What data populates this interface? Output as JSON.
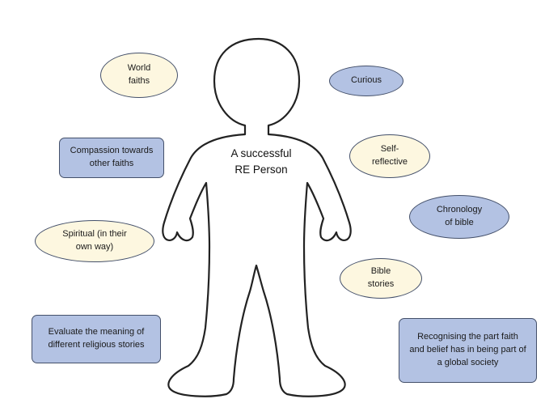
{
  "center_title": "A successful\nRE Person",
  "labels": {
    "world_faiths": "World\nfaiths",
    "curious": "Curious",
    "compassion": "Compassion towards\nother faiths",
    "self_reflective": "Self-\nreflective",
    "chronology": "Chronology\nof bible",
    "spiritual": "Spiritual (in their\nown way)",
    "bible_stories": "Bible\nstories",
    "evaluate": "Evaluate the meaning of\ndifferent religious stories",
    "recognising": "Recognising the part faith\nand belief has in being part of\na global society"
  },
  "colors": {
    "cream_fill": "#fdf7e0",
    "blue_fill": "#b3c2e3",
    "border": "#44506a",
    "figure_outline": "#222222"
  }
}
